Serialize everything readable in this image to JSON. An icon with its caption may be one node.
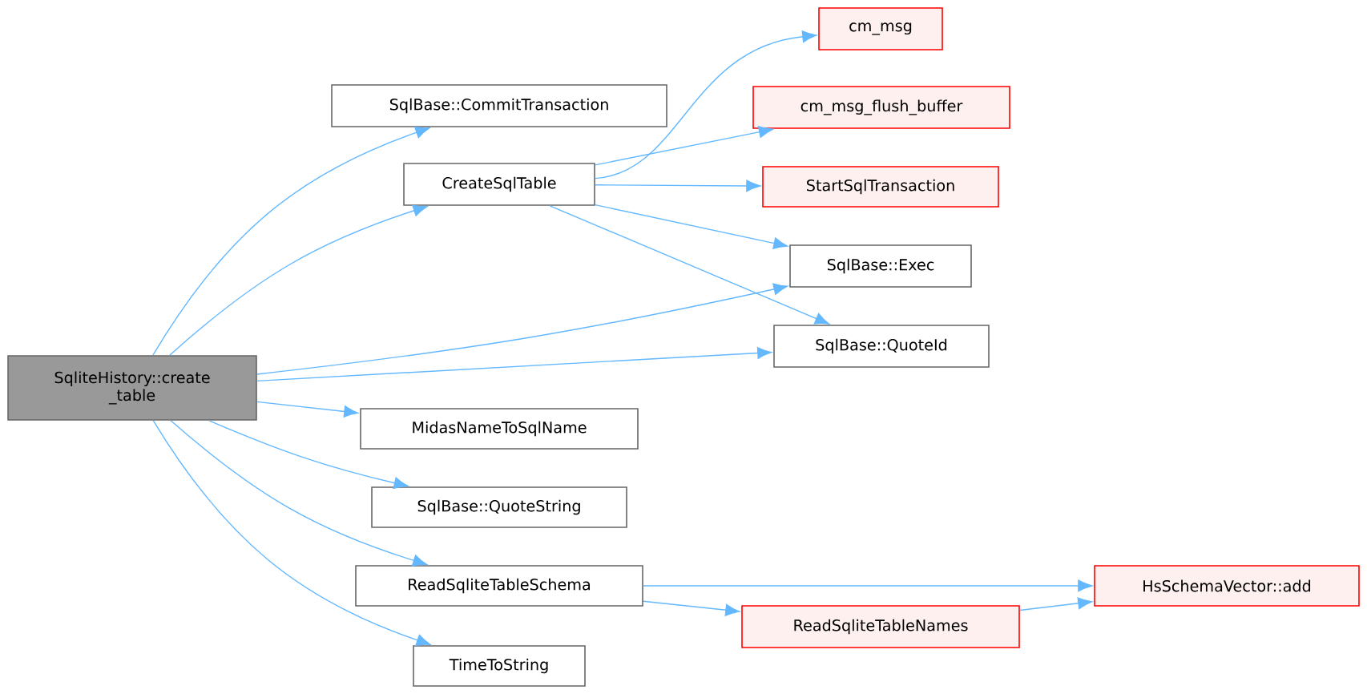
{
  "diagram": {
    "nodes": [
      {
        "text": [
          "SqliteHistory::create _table"
        ]
      },
      {
        "text": [
          "SqlBase::CommitTransaction"
        ]
      },
      {
        "text": [
          "CreateSqlTable"
        ]
      },
      {
        "text": [
          "cm_msg"
        ]
      },
      {
        "text": [
          "cm_msg_flush_buffer"
        ]
      },
      {
        "text": [
          "StartSqlTransaction"
        ]
      },
      {
        "text": [
          "SqlBase::Exec"
        ]
      },
      {
        "text": [
          "SqlBase::QuoteId"
        ]
      },
      {
        "text": [
          "MidasNameToSqlName"
        ]
      },
      {
        "text": [
          "SqlBase::QuoteString"
        ]
      },
      {
        "text": [
          "ReadSqliteTableSchema"
        ]
      },
      {
        "text": [
          "HsSchemaVector::add"
        ]
      },
      {
        "text": [
          "ReadSqliteTableNames"
        ]
      },
      {
        "text": [
          "TimeToString"
        ]
      }
    ],
    "edges": [
      {
        "from": 0,
        "to": 1,
        "arrow": "to"
      },
      {
        "from": 0,
        "to": 2,
        "arrow": "to"
      },
      {
        "from": 0,
        "to": 6,
        "arrow": "to"
      },
      {
        "from": 0,
        "to": 7,
        "arrow": "to"
      },
      {
        "from": 0,
        "to": 8,
        "arrow": "to"
      },
      {
        "from": 0,
        "to": 9,
        "arrow": "to"
      },
      {
        "from": 0,
        "to": 10,
        "arrow": "to"
      },
      {
        "from": 0,
        "to": 13,
        "arrow": "to"
      },
      {
        "from": 2,
        "to": 3,
        "arrow": "to"
      },
      {
        "from": 2,
        "to": 4,
        "arrow": "to"
      },
      {
        "from": 2,
        "to": 5,
        "arrow": "to"
      },
      {
        "from": 2,
        "to": 6,
        "arrow": "to"
      },
      {
        "from": 2,
        "to": 7,
        "arrow": "to"
      },
      {
        "from": 10,
        "to": 11,
        "arrow": "to"
      },
      {
        "from": 10,
        "to": 12,
        "arrow": "to"
      },
      {
        "from": 12,
        "to": 11,
        "arrow": "to"
      }
    ]
  }
}
